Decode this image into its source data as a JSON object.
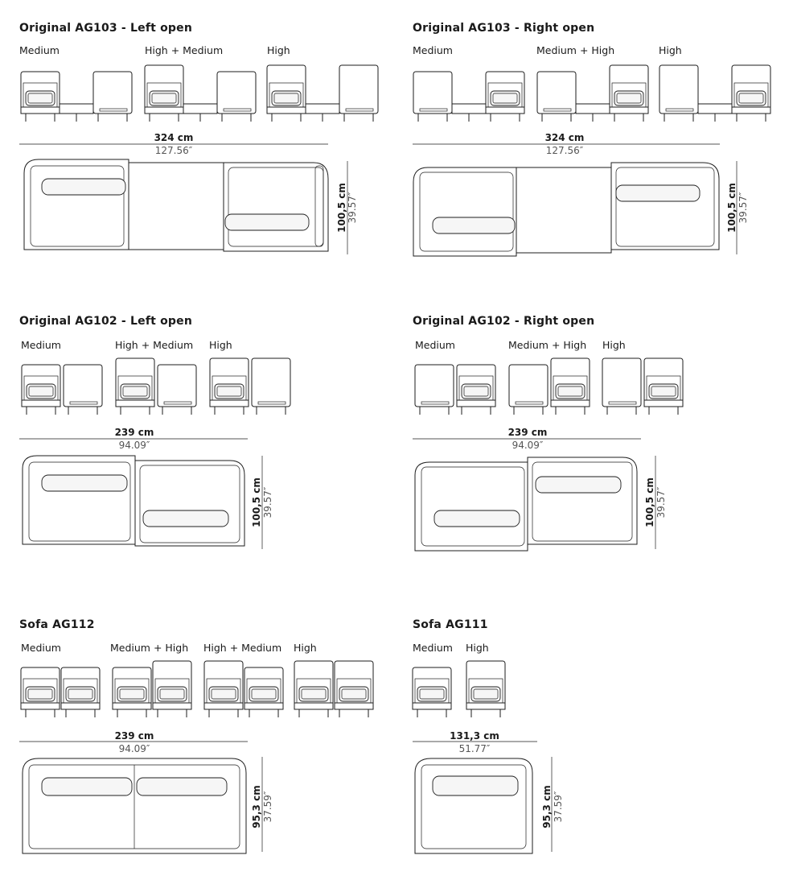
{
  "sections": [
    {
      "title": "Original AG103 - Left open",
      "labels": [
        "Medium",
        "High + Medium",
        "High"
      ],
      "width_cm": "324 cm",
      "width_in": "127.56″",
      "depth_cm": "100,5 cm",
      "depth_in": "39.57″"
    },
    {
      "title": "Original AG103 - Right open",
      "labels": [
        "Medium",
        "Medium + High",
        "High"
      ],
      "width_cm": "324 cm",
      "width_in": "127.56″",
      "depth_cm": "100,5 cm",
      "depth_in": "39.57″"
    },
    {
      "title": "Original AG102 - Left open",
      "labels": [
        "Medium",
        "High + Medium",
        "High"
      ],
      "width_cm": "239 cm",
      "width_in": "94.09″",
      "depth_cm": "100,5 cm",
      "depth_in": "39.57″"
    },
    {
      "title": "Original AG102 - Right open",
      "labels": [
        "Medium",
        "Medium + High",
        "High"
      ],
      "width_cm": "239 cm",
      "width_in": "94.09″",
      "depth_cm": "100,5 cm",
      "depth_in": "39.57″"
    },
    {
      "title": "Sofa AG112",
      "labels": [
        "Medium",
        "Medium + High",
        "High + Medium",
        "High"
      ],
      "width_cm": "239 cm",
      "width_in": "94.09″",
      "depth_cm": "95,3 cm",
      "depth_in": "37.59″"
    },
    {
      "title": "Sofa AG111",
      "labels": [
        "Medium",
        "High"
      ],
      "width_cm": "131,3 cm",
      "width_in": "51.77″",
      "depth_cm": "95,3 cm",
      "depth_in": "37.59″"
    }
  ]
}
